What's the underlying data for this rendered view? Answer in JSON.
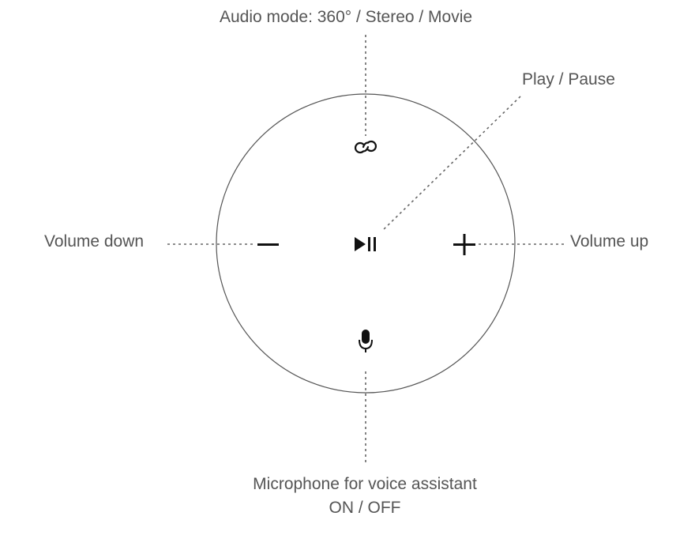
{
  "labels": {
    "audio_mode": "Audio mode: 360° / Stereo / Movie",
    "play_pause": "Play / Pause",
    "volume_down": "Volume down",
    "volume_up": "Volume up",
    "microphone_line1": "Microphone for voice assistant",
    "microphone_line2": "ON / OFF"
  },
  "icons": {
    "audio_mode": "link-rings-icon",
    "play_pause": "play-pause-icon",
    "volume_down": "minus-icon",
    "volume_up": "plus-icon",
    "microphone": "microphone-icon"
  },
  "colors": {
    "text": "#555555",
    "outline": "#555555",
    "icon": "#111111",
    "leader": "#666666"
  }
}
